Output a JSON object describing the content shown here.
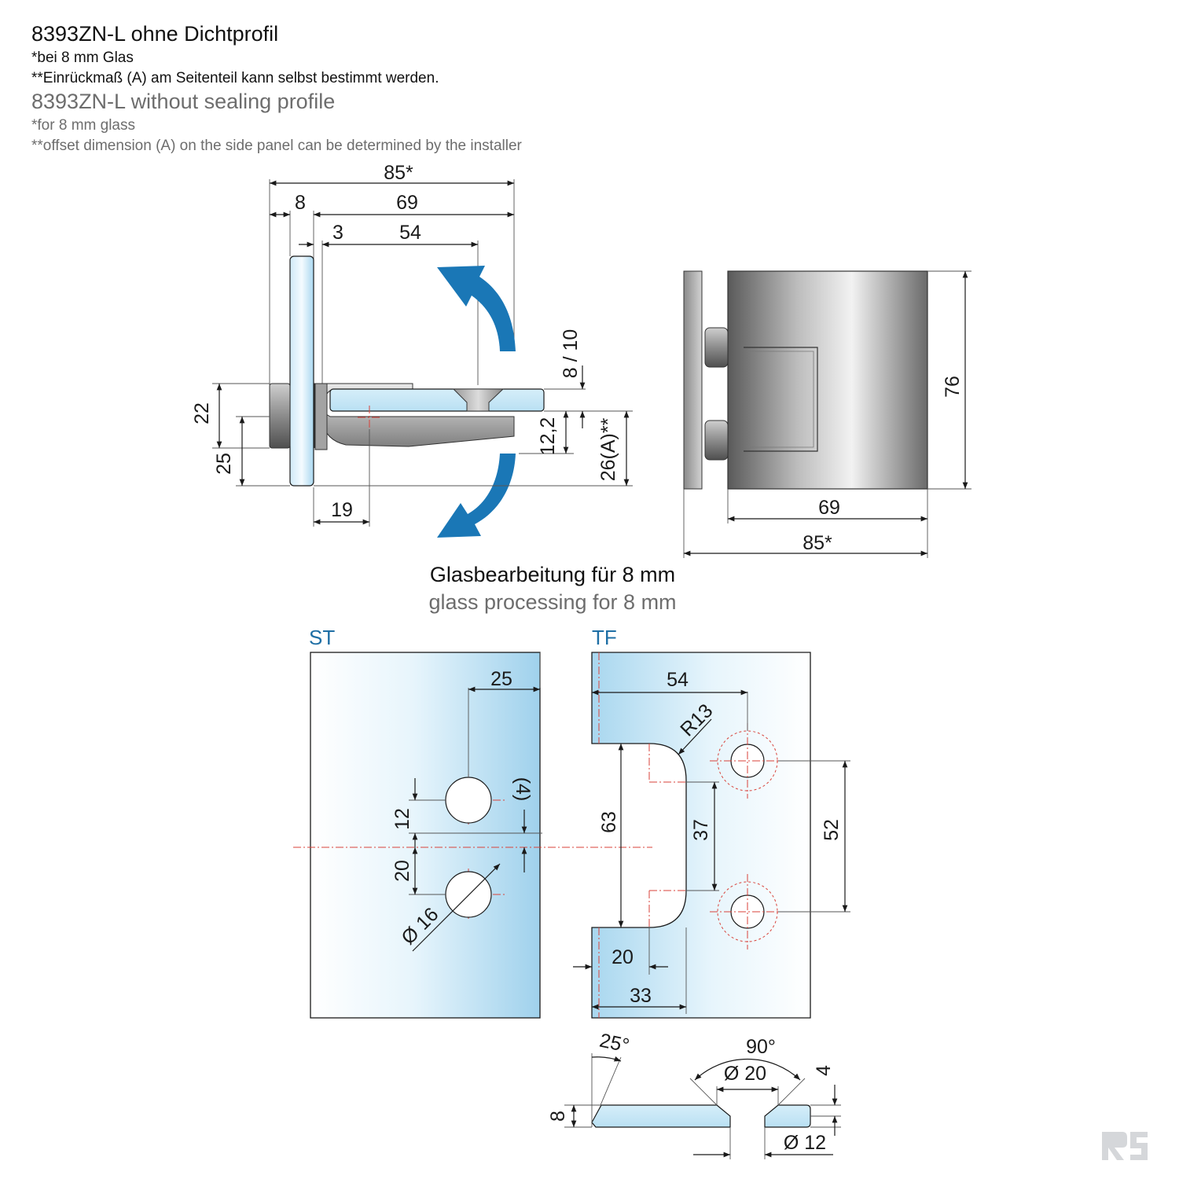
{
  "header": {
    "title_de": "8393ZN-L ohne Dichtprofil",
    "note1_de": "*bei 8 mm Glas",
    "note2_de": "**Einrückmaß (A) am Seitenteil kann selbst bestimmt werden.",
    "title_en": "8393ZN-L without sealing profile",
    "note1_en": "*for 8 mm glass",
    "note2_en": "**offset dimension (A) on the side panel can be determined by the installer"
  },
  "side_view": {
    "dim_total": "85*",
    "dim_8": "8",
    "dim_69": "69",
    "dim_3": "3",
    "dim_54": "54",
    "dim_8_10": "8 / 10",
    "dim_22": "22",
    "dim_25": "25",
    "dim_12_2": "12,2",
    "dim_26a": "26(A)**",
    "dim_19": "19"
  },
  "front_view": {
    "dim_76": "76",
    "dim_69": "69",
    "dim_total": "85*"
  },
  "processing": {
    "title_de": "Glasbearbeitung für 8 mm",
    "title_en": "glass processing for 8 mm"
  },
  "st_panel": {
    "label": "ST",
    "dim_25": "25",
    "dim_4": "(4)",
    "dim_12": "12",
    "dim_20": "20",
    "dim_d16": "Ø 16"
  },
  "tf_panel": {
    "label": "TF",
    "dim_54": "54",
    "dim_r13": "R13",
    "dim_63": "63",
    "dim_37": "37",
    "dim_52": "52",
    "dim_20": "20",
    "dim_33": "33"
  },
  "countersink": {
    "dim_25deg": "25°",
    "dim_90deg": "90°",
    "dim_d20": "Ø 20",
    "dim_4": "4",
    "dim_8": "8",
    "dim_d12": "Ø 12"
  },
  "colors": {
    "accent_blue": "#1f6fa5",
    "arrow_blue": "#1a77b6",
    "glass_light": "#e4f3fb",
    "glass_dark": "#9fd1ec",
    "metal_dark": "#5a5a5a",
    "metal_light": "#f2f2f2",
    "centerline_red": "#d8423a"
  }
}
